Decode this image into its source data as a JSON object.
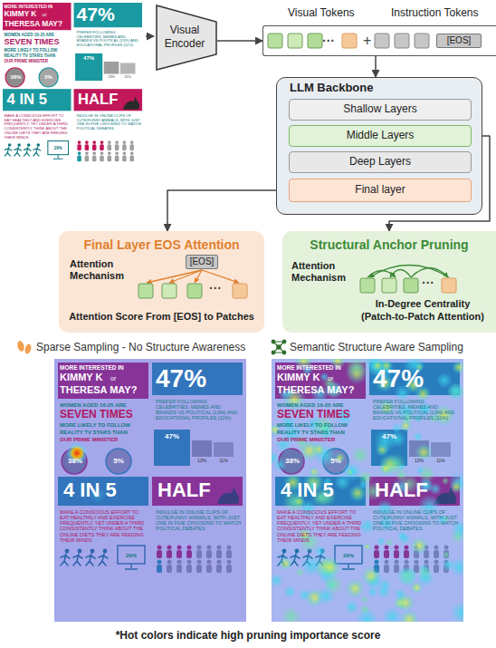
{
  "diagram": {
    "caption": "*Hot colors indicate high pruning importance score",
    "nodes": [
      {
        "text": [
          "Visual Encoder"
        ]
      },
      {
        "text": [
          "Visual Tokens",
          "Instruction Tokens"
        ]
      },
      {
        "text": [
          "[EOS]"
        ],
        "in": 1
      },
      {
        "text": [
          "LLM Backbone"
        ]
      },
      {
        "text": [
          "Shallow Layers"
        ],
        "in": 3
      },
      {
        "text": [
          "Middle Layers"
        ],
        "in": 3
      },
      {
        "text": [
          "Deep Layers"
        ],
        "in": 3
      },
      {
        "text": [
          "Final layer"
        ],
        "in": 3
      },
      {
        "text": [
          "Final Layer EOS Attention",
          "Attention Mechanism",
          "Attention Score From [EOS] to Patches"
        ]
      },
      {
        "text": [
          "[EOS]"
        ],
        "in": 8
      },
      {
        "text": [
          "Structural Anchor Pruning",
          "Attention Mechanism",
          "In-Degree Centrality",
          "(Patch-to-Patch Attention)"
        ]
      }
    ],
    "edges": [
      {
        "from": 0,
        "to": 1,
        "arrow": "to"
      },
      {
        "from": 1,
        "to": 3,
        "arrow": "to"
      },
      {
        "from": 7,
        "to": 8,
        "arrow": "to"
      },
      {
        "from": 5,
        "to": 10,
        "arrow": "to"
      }
    ],
    "labels": [
      "···",
      "+",
      "···",
      "···",
      "Sparse Sampling - No Structure Awareness",
      "Semantic Structure Aware Sampling",
      "MORE INTERESTED IN",
      "KIMMY K",
      "or",
      "THERESA MAY?",
      "WOMEN AGED 16-25 ARE",
      "SEVEN TIMES",
      "MORE LIKELY TO FOLLOW",
      "REALITY TV STARS THAN",
      "OUR PRIME MINISTER",
      "38%",
      "5%",
      "47%",
      "PREFER FOLLOWING CELEBRITIES, MEMES AND BRANDS VS POLITICAL (13%) AND EDUCATIONAL PROFILES (11%)",
      "47%",
      "13%",
      "11%",
      "4 IN 5",
      "MAKE A CONSCIOUS EFFORT TO EAT HEALTHILY AND EXERCISE FREQUENTLY, YET UNDER A THIRD CONSISTENTLY THINK ABOUT THE ONLINE DIETS THEY ARE FEEDING THEIR MINDS",
      "29%",
      "HALF",
      "INDULGE IN ONLINE CLIPS OF CUTE/FUNNY ANIMALS, WITH JUST ONE IN FIVE CHOOSING TO WATCH POLITICAL DEBATES",
      "MORE INTERESTED IN",
      "KIMMY K",
      "or",
      "THERESA MAY?",
      "WOMEN AGED 16-25 ARE",
      "SEVEN TIMES",
      "MORE LIKELY TO FOLLOW",
      "REALITY TV STARS THAN",
      "OUR PRIME MINISTER",
      "38%",
      "5%",
      "47%",
      "PREFER FOLLOWING CELEBRITIES, MEMES AND BRANDS VS POLITICAL (13%) AND EDUCATIONAL PROFILES (11%)",
      "47%",
      "13%",
      "11%",
      "4 IN 5",
      "MAKE A CONSCIOUS EFFORT TO EAT HEALTHILY AND EXERCISE FREQUENTLY, YET UNDER A THIRD CONSISTENTLY THINK ABOUT THE ONLINE DIETS THEY ARE FEEDING THEIR MINDS",
      "29%",
      "HALF",
      "INDULGE IN ONLINE CLIPS OF CUTE/FUNNY ANIMALS, WITH JUST ONE IN FIVE CHOOSING TO WATCH POLITICAL DEBATES",
      "MORE INTERESTED IN",
      "KIMMY K",
      "or",
      "THERESA MAY?",
      "WOMEN AGED 16-25 ARE",
      "SEVEN TIMES",
      "MORE LIKELY TO FOLLOW",
      "REALITY TV STARS THAN",
      "OUR PRIME MINISTER",
      "38%",
      "5%",
      "47%",
      "PREFER FOLLOWING CELEBRITIES, MEMES AND BRANDS VS POLITICAL (13%) AND EDUCATIONAL PROFILES (11%)",
      "47%",
      "13%",
      "11%",
      "4 IN 5",
      "MAKE A CONSCIOUS EFFORT TO EAT HEALTHILY AND EXERCISE FREQUENTLY, YET UNDER A THIRD CONSISTENTLY THINK ABOUT THE ONLINE DIETS THEY ARE FEEDING THEIR MINDS",
      "29%",
      "HALF",
      "INDULGE IN ONLINE CLIPS OF CUTE/FUNNY ANIMALS, WITH JUST ONE IN FIVE CHOOSING TO WATCH POLITICAL DEBATES"
    ]
  }
}
